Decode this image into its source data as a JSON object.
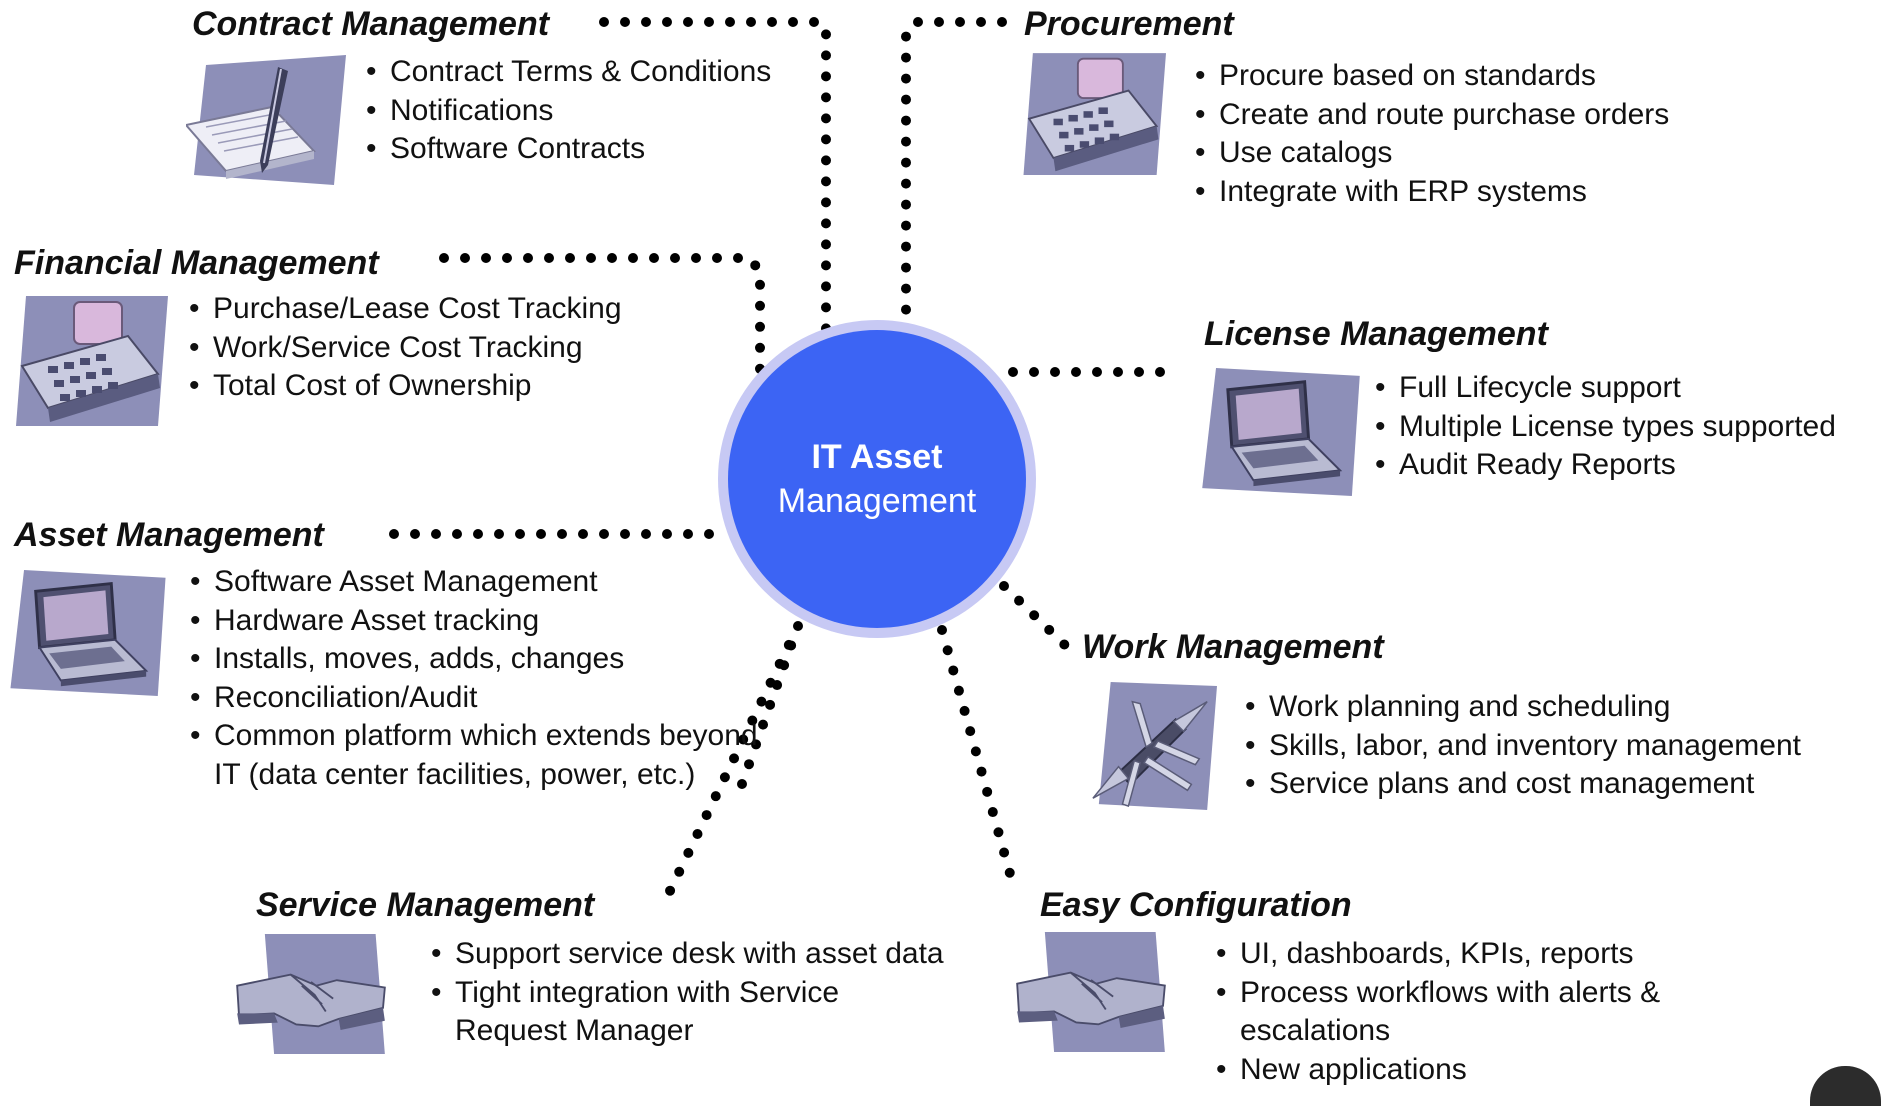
{
  "hub": {
    "line1": "IT Asset",
    "line2": "Management"
  },
  "colors": {
    "hub": "#3c64f4",
    "hub_ring": "#c7c9f4",
    "dots": "#000000",
    "icon_backdrop": "#8d8fb8"
  },
  "sections": {
    "contract": {
      "title": "Contract Management",
      "icon": "notepad-pen-icon",
      "bullets": [
        "Contract Terms & Conditions",
        "Notifications",
        "Software Contracts"
      ]
    },
    "procurement": {
      "title": "Procurement",
      "icon": "calculator-icon",
      "bullets": [
        "Procure based on standards",
        "Create and route purchase orders",
        "Use catalogs",
        "Integrate with ERP systems"
      ]
    },
    "financial": {
      "title": "Financial Management",
      "icon": "calculator-icon",
      "bullets": [
        "Purchase/Lease Cost Tracking",
        "Work/Service Cost Tracking",
        "Total Cost of Ownership"
      ]
    },
    "license": {
      "title": "License Management",
      "icon": "laptop-icon",
      "bullets": [
        "Full Lifecycle support",
        "Multiple License types supported",
        "Audit Ready Reports"
      ]
    },
    "asset": {
      "title": "Asset Management",
      "icon": "laptop-icon",
      "bullets": [
        "Software Asset Management",
        "Hardware Asset tracking",
        "Installs, moves, adds, changes",
        "Reconciliation/Audit",
        "Common platform which extends beyond"
      ],
      "continuation": "IT (data center facilities, power, etc.)"
    },
    "work": {
      "title": "Work Management",
      "icon": "multitool-knife-icon",
      "bullets": [
        "Work planning and scheduling",
        "Skills, labor, and inventory management",
        "Service plans and cost management"
      ]
    },
    "service": {
      "title": "Service Management",
      "icon": "handshake-icon",
      "bullets": [
        "Support service desk with asset data",
        "Tight integration with Service"
      ],
      "continuation": "Request Manager"
    },
    "config": {
      "title": "Easy Configuration",
      "icon": "handshake-icon",
      "bullets": [
        "UI, dashboards, KPIs, reports",
        "Process workflows with alerts &"
      ],
      "continuation": "escalations",
      "bullets_after": [
        "New applications"
      ]
    }
  }
}
